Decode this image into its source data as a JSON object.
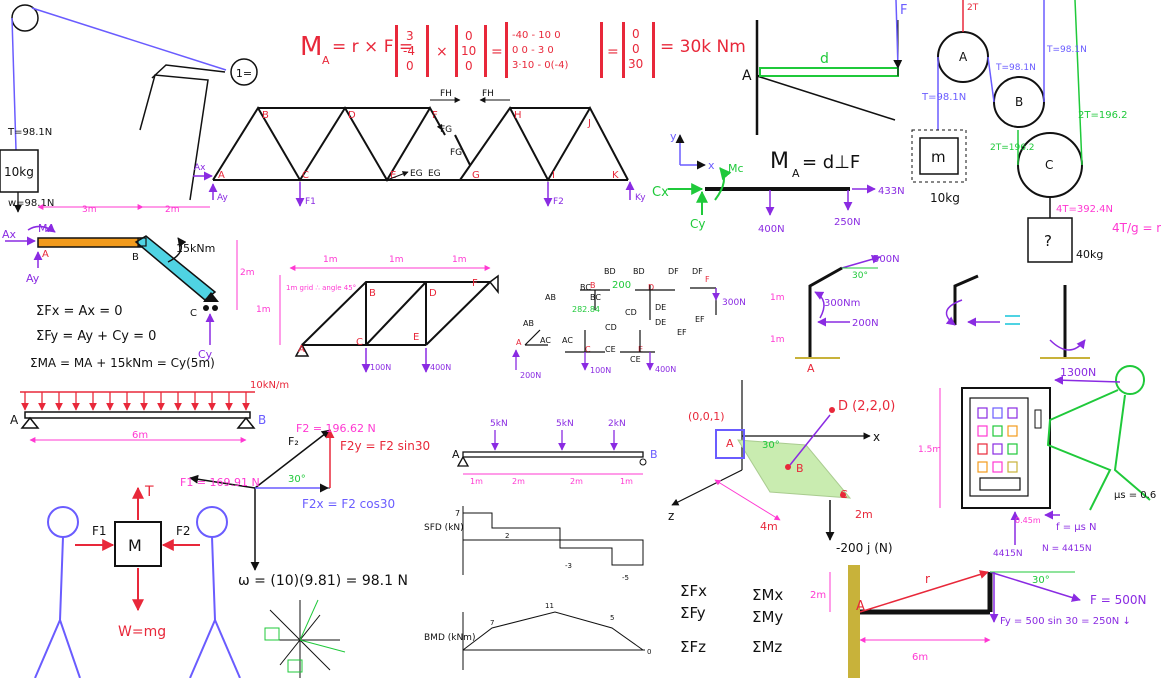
{
  "colors": {
    "ink": "#111111",
    "red": "#e8283a",
    "purple": "#8a2be2",
    "magenta": "#ff38d2",
    "blue": "#6a5cff",
    "green": "#1fc93a",
    "orange": "#f29b1d",
    "cyan": "#4fd3e3",
    "lightgreen": "#c9ecb0",
    "tan": "#c8b23a"
  },
  "pulley1": {
    "tension": "T=98.1N",
    "mass": "10kg",
    "weight": "w=98.1N"
  },
  "moment_eq": {
    "lhs": "M",
    "sub": "A",
    "rhs1": "= r × F =",
    "r_vec": [
      "3",
      "-4",
      "0"
    ],
    "f_vec": [
      "0",
      "10",
      "0"
    ],
    "cross": [
      "-40 - 10 0",
      "0 0 - 3 0",
      "3·10 - 0(-4)"
    ],
    "result_vec": [
      "0",
      "0",
      "30"
    ],
    "final": "= 30k Nm"
  },
  "truss_top": {
    "nodes": [
      "A",
      "B",
      "C",
      "D",
      "E",
      "F",
      "G",
      "H",
      "I",
      "J",
      "K"
    ],
    "forces": [
      "FH",
      "FH",
      "FG",
      "FG",
      "EG",
      "EG",
      "Ax",
      "Ay",
      "F1",
      "F2",
      "Ky"
    ]
  },
  "lever": {
    "point": "A",
    "distance": "d",
    "force": "F"
  },
  "beam_moment": {
    "eq": "M",
    "sub": "A",
    "rhs": "= d⊥F",
    "cx": "Cx",
    "cy": "Cy",
    "mc": "Mc",
    "loads": [
      "400N",
      "250N",
      "433N"
    ],
    "axes": [
      "x",
      "y"
    ]
  },
  "pulley_sys": {
    "labels": [
      "A",
      "B",
      "C",
      "m",
      "10kg",
      "?",
      "40kg"
    ],
    "tensions": [
      "2T",
      "T=98.1N",
      "T=98.1N",
      "T=98.1N",
      "2T=196.2",
      "2T=196.2",
      "4T=392.4N"
    ],
    "ratio": "4T/g = m"
  },
  "frame": {
    "dims": [
      "3m",
      "2m",
      "2m"
    ],
    "labels": [
      "Ax",
      "MA",
      "A",
      "B",
      "C",
      "Ay",
      "Cy"
    ],
    "moment": "15kNm"
  },
  "eqs": {
    "fx": "ΣFx = Ax = 0",
    "fy": "ΣFy = Ay + Cy = 0",
    "m": "ΣMA = MA + 15kNm = Cy(5m)"
  },
  "truss_grid": {
    "dims": [
      "1m",
      "1m",
      "1m",
      "1m"
    ],
    "note": "1m grid ∴ angle 45°",
    "nodes": [
      "A",
      "B",
      "C",
      "D",
      "E",
      "F"
    ],
    "loads": [
      "100N",
      "400N"
    ]
  },
  "joints": {
    "labels": [
      "AB",
      "BD",
      "BD",
      "DF",
      "DF",
      "F",
      "AB",
      "BC",
      "CD",
      "CD",
      "DE",
      "DE",
      "EF",
      "EF",
      "AC",
      "AC",
      "CE",
      "CE",
      "BC",
      "B",
      "D",
      "E",
      "C",
      "A"
    ],
    "values": [
      "200",
      "282.84",
      "300N",
      "200N",
      "100N",
      "400N"
    ]
  },
  "bent_post": {
    "forces": [
      "500N",
      "300Nm",
      "200N"
    ],
    "angle": "30°",
    "dims": [
      "1m",
      "1m"
    ],
    "point": "A"
  },
  "udl": {
    "load": "10kN/m",
    "span": "6m",
    "labels": [
      "A",
      "B"
    ]
  },
  "components": {
    "f2": "F2 = 196.62 N",
    "f1": "F1 = 169.91 N",
    "f2y": "F2y = F2 sin30",
    "f2x": "F2x = F2 cos30",
    "angle": "30°",
    "weight": "ω = (10)(9.81) = 98.1 N"
  },
  "shear": {
    "loads": [
      "5kN",
      "5kN",
      "2kN"
    ],
    "dims": [
      "1m",
      "2m",
      "2m",
      "1m"
    ],
    "sfd": "SFD (kN)",
    "bmd": "BMD (kNm)",
    "vals": [
      "7",
      "2",
      "-3",
      "-5",
      "7",
      "11",
      "5",
      "0"
    ]
  },
  "plate": {
    "origin": "(0,0,1)",
    "point": "D (2,2,0)",
    "angle": "30°",
    "dims": [
      "4m",
      "2m"
    ],
    "labels": [
      "A",
      "B",
      "C",
      "x",
      "z"
    ],
    "force": "-200 j (N)"
  },
  "vending": {
    "force": "1300N",
    "dim": "1.5m",
    "mu": "μs = 0.6",
    "friction": "f = μs N",
    "normal": "N = 4415N",
    "n2": "4415N",
    "d": "0.45m"
  },
  "stick": {
    "labels": [
      "T",
      "F1",
      "F2",
      "M",
      "W=mg"
    ]
  },
  "sums": {
    "a": "ΣFx",
    "b": "ΣFy",
    "c": "ΣFz",
    "d": "ΣMx",
    "e": "ΣMy",
    "f": "ΣMz"
  },
  "rod": {
    "labels": [
      "A",
      "r"
    ],
    "dims": [
      "2m",
      "6m"
    ],
    "angle": "30°",
    "force": "F = 500N",
    "fy": "Fy = 500 sin 30 = 250N ↓"
  }
}
